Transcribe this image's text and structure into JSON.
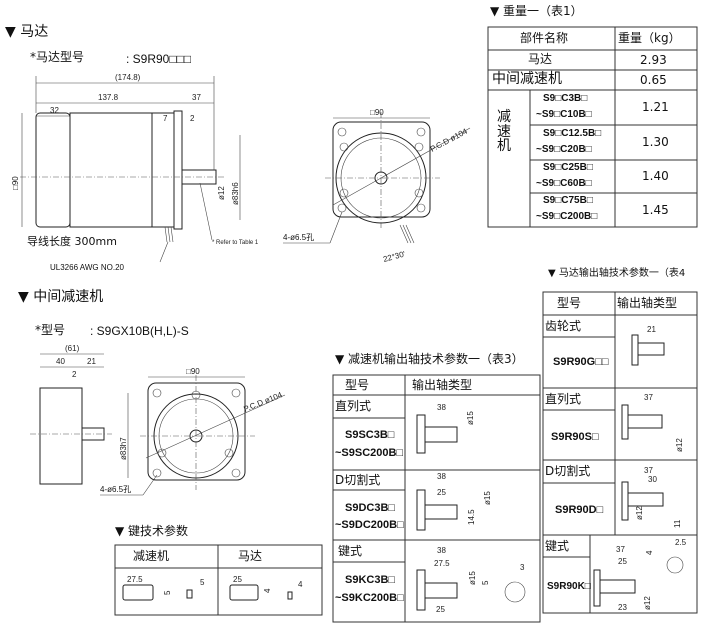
{
  "motor": {
    "heading": "▼ 马达",
    "model_label": "*马达型号",
    "model_value": ": S9R90□□□",
    "dims": {
      "total": "(174.8)",
      "body": "137.8",
      "shaft": "37",
      "cap": "32",
      "d7": "7",
      "d2": "2",
      "square": "□90",
      "shaft_dia": "ø12",
      "pilot_dia": "ø83h6",
      "refer": "* Refer to Table 1"
    },
    "lead_length": "导线长度 300mm",
    "wire": "UL3266 AWG NO.20",
    "front": {
      "square": "□90",
      "pcd": "P.C.D ø104",
      "holes": "4-ø6.5孔",
      "angle": "22°30'"
    }
  },
  "gearhead": {
    "heading": "▼ 中间减速机",
    "model_label": "*型号",
    "model_value": ": S9GX10B(H,L)-S",
    "dims": {
      "total": "(61)",
      "body": "40",
      "shaft": "21",
      "d2": "2",
      "pilot_dia": "ø83h7"
    },
    "front": {
      "square": "□90",
      "pcd": "P.C.D ø104",
      "holes": "4-ø6.5孔"
    }
  },
  "table1": {
    "title": "▼ 重量一（表1）",
    "headers": [
      "部件名称",
      "重量（kg）"
    ],
    "rows": [
      {
        "name": "马达",
        "weight": "2.93"
      },
      {
        "name": "中间减速机",
        "weight": "0.65"
      }
    ],
    "group_label": "减速机",
    "group_rows": [
      {
        "a": "S9□C3B□",
        "b": "~S9□C10B□",
        "weight": "1.21"
      },
      {
        "a": "S9□C12.5B□",
        "b": "~S9□C20B□",
        "weight": "1.30"
      },
      {
        "a": "S9□C25B□",
        "b": "~S9□C60B□",
        "weight": "1.40"
      },
      {
        "a": "S9□C75B□",
        "b": "~S9□C200B□",
        "weight": "1.45"
      }
    ]
  },
  "key_table": {
    "title": "▼ 键技术参数",
    "headers": [
      "减速机",
      "马达"
    ],
    "gear_dims": [
      "27.5",
      "5",
      "5"
    ],
    "motor_dims": [
      "25",
      "4",
      "4"
    ]
  },
  "table3": {
    "title": "▼ 减速机输出轴技术参数一（表3）",
    "headers": [
      "型号",
      "输出轴类型"
    ],
    "rows": [
      {
        "type": "直列式",
        "a": "S9SC3B□",
        "b": "~S9SC200B□",
        "dims": [
          "38",
          "ø15"
        ]
      },
      {
        "type": "D切割式",
        "a": "S9DC3B□",
        "b": "~S9DC200B□",
        "dims": [
          "38",
          "25",
          "14.5",
          "ø15"
        ]
      },
      {
        "type": "键式",
        "a": "S9KC3B□",
        "b": "~S9KC200B□",
        "dims": [
          "38",
          "27.5",
          "ø15",
          "5",
          "25",
          "3"
        ]
      }
    ]
  },
  "table4": {
    "title": "▼ 马达输出轴技术参数一（表4",
    "headers": [
      "型号",
      "输出轴类型"
    ],
    "rows": [
      {
        "type": "齿轮式",
        "model": "S9R90G□□",
        "dims": [
          "21"
        ]
      },
      {
        "type": "直列式",
        "model": "S9R90S□",
        "dims": [
          "37",
          "ø12"
        ]
      },
      {
        "type": "D切割式",
        "model": "S9R90D□",
        "dims": [
          "37",
          "30",
          "ø12",
          "11"
        ]
      },
      {
        "type": "键式",
        "model": "S9R90K□",
        "dims": [
          "37",
          "25",
          "23",
          "ø12",
          "4",
          "2.5"
        ]
      }
    ]
  }
}
